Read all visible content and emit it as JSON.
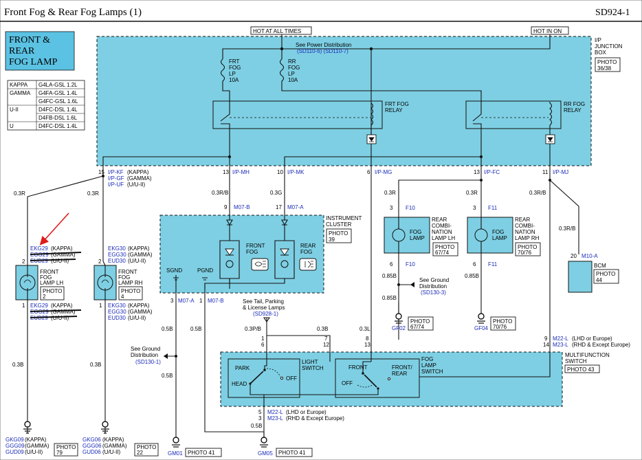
{
  "header": {
    "title": "Front Fog & Rear Fog Lamps (1)",
    "page_id": "SD924-1"
  },
  "top_labels": {
    "hot_at_all_times": "HOT AT ALL TIMES",
    "hot_in_on": "HOT IN ON"
  },
  "title_box": {
    "line1": "FRONT &",
    "line2": "REAR",
    "line3": "FOG LAMP"
  },
  "engine_table": [
    [
      "KAPPA",
      "G4LA-GSL 1.2L"
    ],
    [
      "GAMMA",
      "G4FA-GSL 1.4L"
    ],
    [
      "",
      "G4FC-GSL 1.6L"
    ],
    [
      "U-II",
      "D4FC-DSL 1.4L"
    ],
    [
      "",
      "D4FB-DSL 1.6L"
    ],
    [
      "U",
      "D4FC-DSL 1.4L"
    ]
  ],
  "junction_box": {
    "label1": "I/P",
    "label2": "JUNCTION",
    "label3": "BOX",
    "photo": "PHOTO",
    "photo_num": "36/38",
    "see_power": "See Power Distribution",
    "see_power_ref": "(SD110-6)  (SD110-7)",
    "frt_fuse": [
      "FRT",
      "FOG",
      "LP",
      "10A"
    ],
    "rr_fuse": [
      "RR",
      "FOG",
      "LP",
      "10A"
    ],
    "frt_relay": [
      "FRT FOG",
      "RELAY"
    ],
    "rr_relay": [
      "RR FOG",
      "RELAY"
    ]
  },
  "jb_pins": [
    {
      "num": "15",
      "conn": "I/P-KF",
      "variant": "(KAPPA)"
    },
    {
      "num": "13",
      "conn": "I/P-MH"
    },
    {
      "num": "10",
      "conn": "I/P-MK"
    },
    {
      "num": "6",
      "conn": "I/P-MG"
    },
    {
      "num": "13",
      "conn": "I/P-FC"
    },
    {
      "num": "11",
      "conn": "I/P-MJ"
    }
  ],
  "jb_pin15_extra": [
    {
      "conn": "I/P-GF",
      "variant": "(GAMMA)"
    },
    {
      "conn": "I/P-UF",
      "variant": "(U/U-II)"
    }
  ],
  "wires": {
    "w03R_a": "0.3R",
    "w03RB_a": "0.3R/B",
    "w03G": "0.3G",
    "w03R_b": "0.3R",
    "w03R_c": "0.3R",
    "w03RB_b": "0.3R/B",
    "w03RB_c": "0.3R/B",
    "w03B_a": "0.3B",
    "w03B_b": "0.3B",
    "w05B_a": "0.5B",
    "w05B_b": "0.5B",
    "w05B_c": "0.5B",
    "w05B_d": "0.5B",
    "w085B_a": "0.85B",
    "w085B_b": "0.85B",
    "w085B_c": "0.85B",
    "w03PB": "0.3P/B",
    "w03B_c": "0.3B",
    "w03L": "0.3L",
    "w05B_e": "0.5B"
  },
  "front_lh": {
    "conn_top": [
      {
        "c": "EKG29",
        "v": "(KAPPA)"
      },
      {
        "c": "EGG29",
        "v": "(GAMMA)"
      },
      {
        "c": "EUD29",
        "v": "(U/U-II)"
      }
    ],
    "pin_top": "2",
    "pin_bot": "1",
    "name": [
      "FRONT",
      "FOG",
      "LAMP LH"
    ],
    "photo": "PHOTO",
    "photo_num": "2",
    "conn_bot": [
      {
        "c": "EKG29",
        "v": "(KAPPA)"
      },
      {
        "c": "EGG29",
        "v": "(GAMMA)"
      },
      {
        "c": "EUD29",
        "v": "(U/U-II)"
      }
    ]
  },
  "front_rh": {
    "conn_top": [
      {
        "c": "EKG30",
        "v": "(KAPPA)"
      },
      {
        "c": "EGG30",
        "v": "(GAMMA)"
      },
      {
        "c": "EUD30",
        "v": "(U/U-II)"
      }
    ],
    "pin_top": "2",
    "pin_bot": "1",
    "name": [
      "FRONT",
      "FOG",
      "LAMP RH"
    ],
    "photo": "PHOTO",
    "photo_num": "4",
    "conn_bot": [
      {
        "c": "EKG30",
        "v": "(KAPPA)"
      },
      {
        "c": "EGG30",
        "v": "(GAMMA)"
      },
      {
        "c": "EUD30",
        "v": "(U/U-II)"
      }
    ]
  },
  "grounds_left": [
    {
      "c": "GKG09",
      "v": "(KAPPA)"
    },
    {
      "c": "GGG09",
      "v": "(GAMMA)"
    },
    {
      "c": "GUD09",
      "v": "(U/U-II)"
    }
  ],
  "grounds_left_photo": {
    "label": "PHOTO",
    "num": "79"
  },
  "grounds_mid": [
    {
      "c": "GKG06",
      "v": "(KAPPA)"
    },
    {
      "c": "GGG06",
      "v": "(GAMMA)"
    },
    {
      "c": "GUD06",
      "v": "(U/U-II)"
    }
  ],
  "grounds_mid_photo": {
    "label": "PHOTO",
    "num": "22"
  },
  "cluster": {
    "name": [
      "INSTRUMENT",
      "CLUSTER"
    ],
    "photo": "PHOTO",
    "photo_num": "39",
    "pin9": "9",
    "conn9": "M07-B",
    "pin17": "17",
    "conn17": "M07-A",
    "front_fog": [
      "FRONT",
      "FOG"
    ],
    "rear_fog": [
      "REAR",
      "FOG"
    ],
    "sgnd": "SGND",
    "pgnd": "PGND",
    "pin3": "3",
    "conn3": "M07-A",
    "pin1": "1",
    "conn1": "M07-B"
  },
  "rear_lh": {
    "pin_top": "3",
    "conn_top": "F10",
    "pin_bot": "6",
    "conn_bot": "F10",
    "lamp": [
      "FOG",
      "LAMP"
    ],
    "name": [
      "REAR",
      "COMBI-",
      "NATION",
      "LAMP LH"
    ],
    "photo": "PHOTO",
    "photo_num": "67/74"
  },
  "rear_rh": {
    "pin_top": "3",
    "conn_top": "F11",
    "pin_bot": "6",
    "conn_bot": "F11",
    "lamp": [
      "FOG",
      "LAMP"
    ],
    "name": [
      "REAR",
      "COMBI-",
      "NATION",
      "LAMP RH"
    ],
    "photo": "PHOTO",
    "photo_num": "70/76"
  },
  "bcm": {
    "pin": "20",
    "conn": "M10-A",
    "name": "BCM",
    "photo": "PHOTO",
    "photo_num": "44"
  },
  "see_ground_right": {
    "line1": "See Ground",
    "line2": "Distribution",
    "ref": "(SD130-3)"
  },
  "see_ground_left": {
    "line1": "See Ground",
    "line2": "Distribution",
    "ref": "(SD130-1)"
  },
  "see_tail": {
    "line1": "See Tail, Parking",
    "line2": "& License Lamps",
    "ref": "(SD928-1)"
  },
  "gf02": {
    "name": "GF02",
    "photo": "PHOTO",
    "num": "67/74"
  },
  "gf04": {
    "name": "GF04",
    "photo": "PHOTO",
    "num": "70/76"
  },
  "gm01": {
    "name": "GM01",
    "photo": "PHOTO 41"
  },
  "gm05": {
    "name": "GM05",
    "photo": "PHOTO 41"
  },
  "mfs": {
    "name": [
      "MULTIFUNCTION",
      "SWITCH"
    ],
    "photo": "PHOTO 43",
    "light_switch": [
      "LIGHT",
      "SWITCH"
    ],
    "fog_switch": [
      "FOG",
      "LAMP",
      "SWITCH"
    ],
    "park": "PARK",
    "head": "HEAD",
    "off": "OFF",
    "front": "FRONT",
    "front_rear": [
      "FRONT/",
      "REAR"
    ],
    "off2": "OFF",
    "pins_top": [
      "1",
      "6",
      "7",
      "12",
      "8",
      "13"
    ],
    "pin9": "9",
    "pin14": "14",
    "conn_m22": "M22-L",
    "v_m22": "(LHD or Europe)",
    "conn_m23": "M23-L",
    "v_m23": "(RHD & Except Europe)",
    "pin5": "5",
    "pin3": "3"
  },
  "colors": {
    "cyan": "#7ecfe3",
    "title_box": "#5bc2e3",
    "conn_blue": "#1a2bb8",
    "arrow_red": "#e01b1b"
  }
}
